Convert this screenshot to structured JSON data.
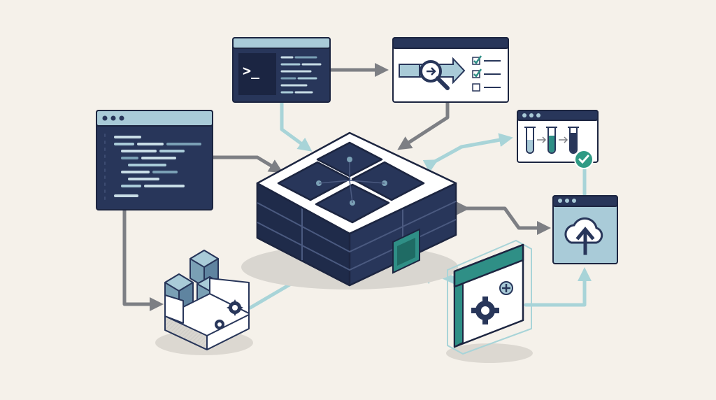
{
  "diagram": {
    "colors": {
      "background": "#f5f1ea",
      "navy": "#28365a",
      "navy_dark": "#1f2b4a",
      "light_blue": "#a9cbd8",
      "teal": "#2f8f86",
      "gray_arrow": "#7d7f84",
      "light_arrow": "#a8d4d8",
      "paper": "#ffffff",
      "green_check": "#2f9a84"
    },
    "terminal": {
      "prompt": ">_"
    },
    "nodes": [
      {
        "id": "code-editor",
        "icon": "code-editor-icon"
      },
      {
        "id": "terminal",
        "icon": "terminal-icon"
      },
      {
        "id": "inspection-checklist",
        "icon": "magnifier-checklist-icon"
      },
      {
        "id": "test-tubes",
        "icon": "test-tube-icon"
      },
      {
        "id": "cloud-upload",
        "icon": "cloud-upload-icon"
      },
      {
        "id": "config-gears",
        "icon": "gear-icon"
      },
      {
        "id": "package-box",
        "icon": "package-box-icon"
      },
      {
        "id": "central-hub",
        "icon": "hub-icon"
      }
    ]
  }
}
